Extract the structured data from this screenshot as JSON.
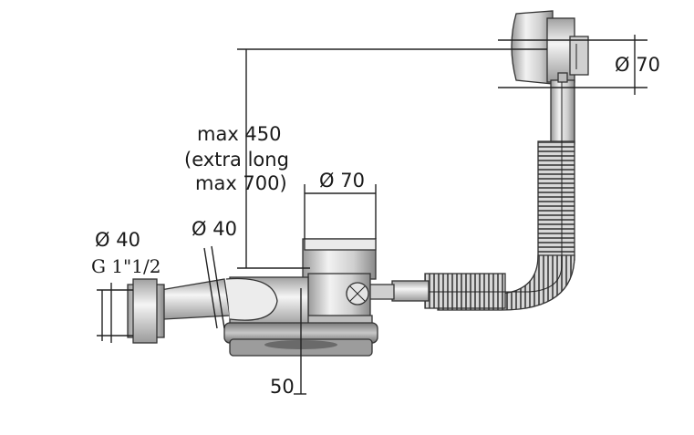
{
  "labels": {
    "overflow_diameter": "Ø 70",
    "height_line1": "max 450",
    "height_line2": "(extra long",
    "height_line3": "max 700)",
    "waste_diameter": "Ø 70",
    "outlet_diameter": "Ø 40",
    "outlet_thread": "G 1\"1/2",
    "pipe_diameter": "Ø 40",
    "offset": "50"
  }
}
